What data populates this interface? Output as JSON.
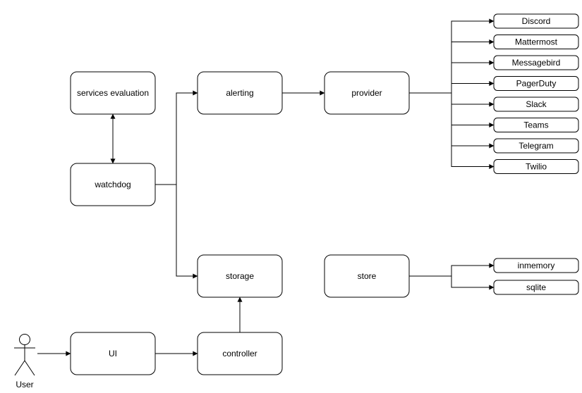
{
  "diagram": {
    "colors": {
      "background": "#ffffff",
      "fill": "#ffffff",
      "stroke": "#000000",
      "text": "#000000"
    },
    "nodes": {
      "services_evaluation": "services evaluation",
      "watchdog": "watchdog",
      "alerting": "alerting",
      "provider": "provider",
      "storage": "storage",
      "store": "store",
      "ui": "UI",
      "controller": "controller"
    },
    "providers": [
      "Discord",
      "Mattermost",
      "Messagebird",
      "PagerDuty",
      "Slack",
      "Teams",
      "Telegram",
      "Twilio"
    ],
    "stores": [
      "inmemory",
      "sqlite"
    ],
    "actor": "User"
  }
}
